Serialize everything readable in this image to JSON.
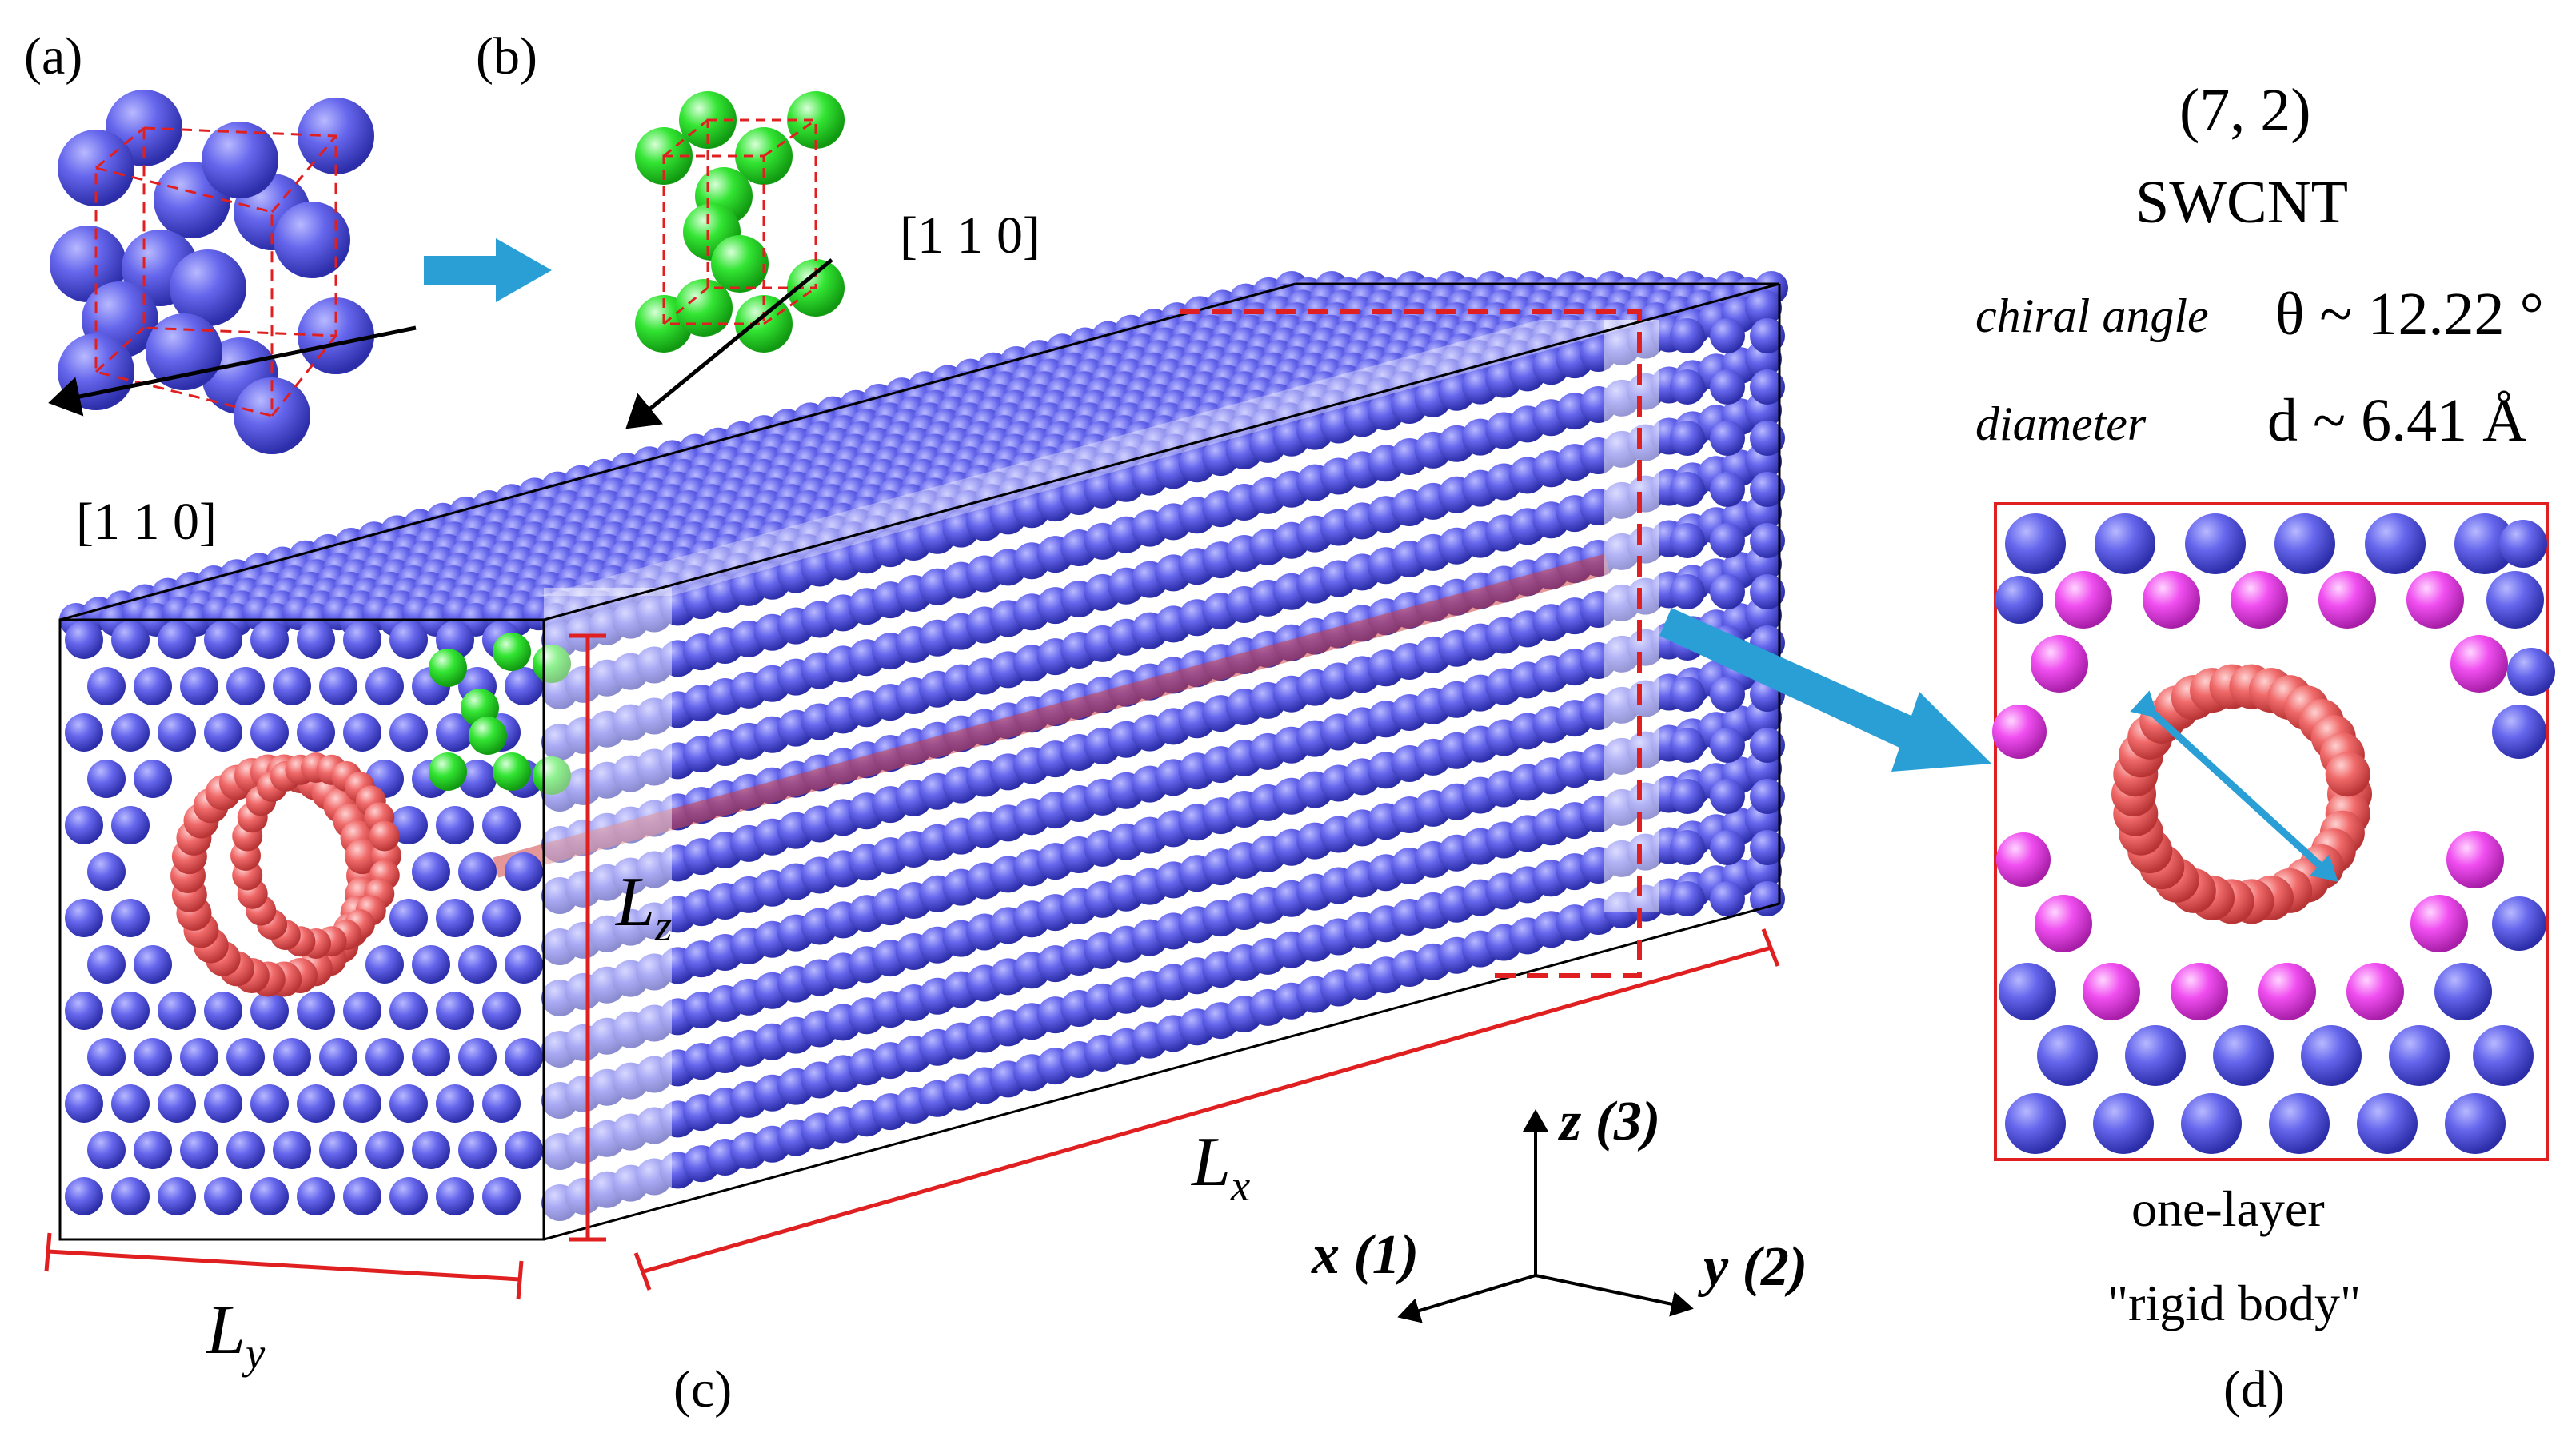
{
  "panels": {
    "a": "(a)",
    "b": "(b)",
    "c": "(c)",
    "d": "(d)"
  },
  "direction_a": "[1 1 0]",
  "direction_b": "[1 1 0]",
  "tube": {
    "chirality": "(7, 2)",
    "type": "SWCNT",
    "chiral_angle_label": "chiral angle",
    "chiral_angle_value": "θ ~ 12.22 °",
    "diameter_label": "diameter",
    "diameter_value": "d ~ 6.41 Å"
  },
  "dimensions": {
    "lx_main": "L",
    "lx_sub": "x",
    "ly_main": "L",
    "ly_sub": "y",
    "lz_main": "L",
    "lz_sub": "z"
  },
  "axes": {
    "x": "x (1)",
    "y": "y (2)",
    "z": "z (3)"
  },
  "caption_d_line1": "one-layer",
  "caption_d_line2": "\"rigid body\"",
  "colors": {
    "matrix_atom": "#5a5be6",
    "interface_atom": "#ee44ee",
    "tube_atom": "#ee6060",
    "unit_cell_atom": "#22dd22",
    "arrow": "#2a9fd6",
    "marker": "#ee2222"
  }
}
